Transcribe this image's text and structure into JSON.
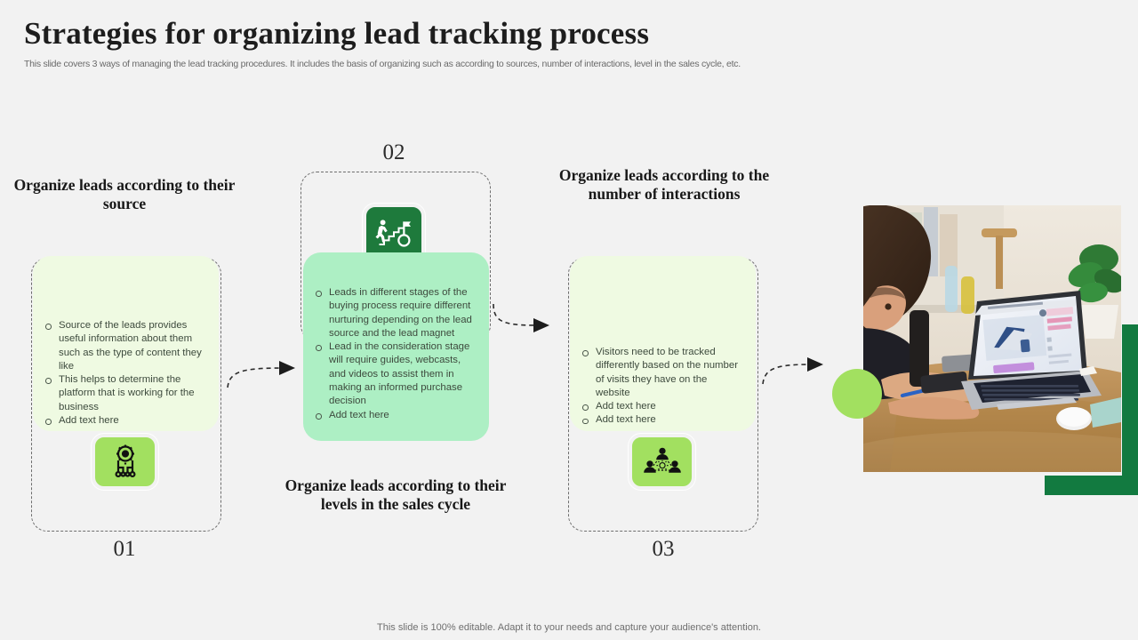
{
  "header": {
    "title": "Strategies for organizing lead tracking process",
    "subtitle": "This slide covers 3 ways of  managing the lead tracking procedures. It includes the basis of organizing such as according to sources, number of interactions, level in the sales cycle, etc."
  },
  "colors": {
    "background": "#f2f2f2",
    "card_light": "#effae2",
    "card_mint": "#adefc4",
    "icon_light": "#a2e060",
    "icon_dark": "#1e7a3c",
    "accent_dark_green": "#127a40",
    "text_dark": "#1d1d1d",
    "text_body": "#3d4a3d"
  },
  "steps": [
    {
      "number": "01",
      "heading": "Organize leads according to their source",
      "icon": "gear-network-icon",
      "bullets": [
        "Source  of the leads provides  useful information about  them such as the type of content they like",
        "This  helps to determine  the platform  that is working for the business",
        "Add text here"
      ]
    },
    {
      "number": "02",
      "heading": "Organize leads according to their levels in the sales cycle",
      "icon": "person-climbing-stairs-to-goal-icon",
      "bullets": [
        "Leads  in different  stages of the buying  process require different  nurturing  depending on the lead  source and the lead magnet",
        "Lead in the consideration stage will require  guides, webcasts, and videos  to assist them in making an informed  purchase  decision",
        "Add text here"
      ]
    },
    {
      "number": "03",
      "heading": "Organize leads according to the number of interactions",
      "icon": "team-collaboration-gear-icon",
      "bullets": [
        "Visitors need  to be tracked differently  based  on the number  of visits  they have on the website",
        "Add text here",
        "Add text here"
      ]
    }
  ],
  "visual": {
    "photo_alt": "woman-working-on-laptop-at-desk-photo",
    "decor_circle": "green-circle-decoration",
    "decor_rect": "dark-green-rectangle-decoration"
  },
  "footer": {
    "note": "This slide is 100% editable. Adapt it to your needs and capture your audience's attention."
  }
}
